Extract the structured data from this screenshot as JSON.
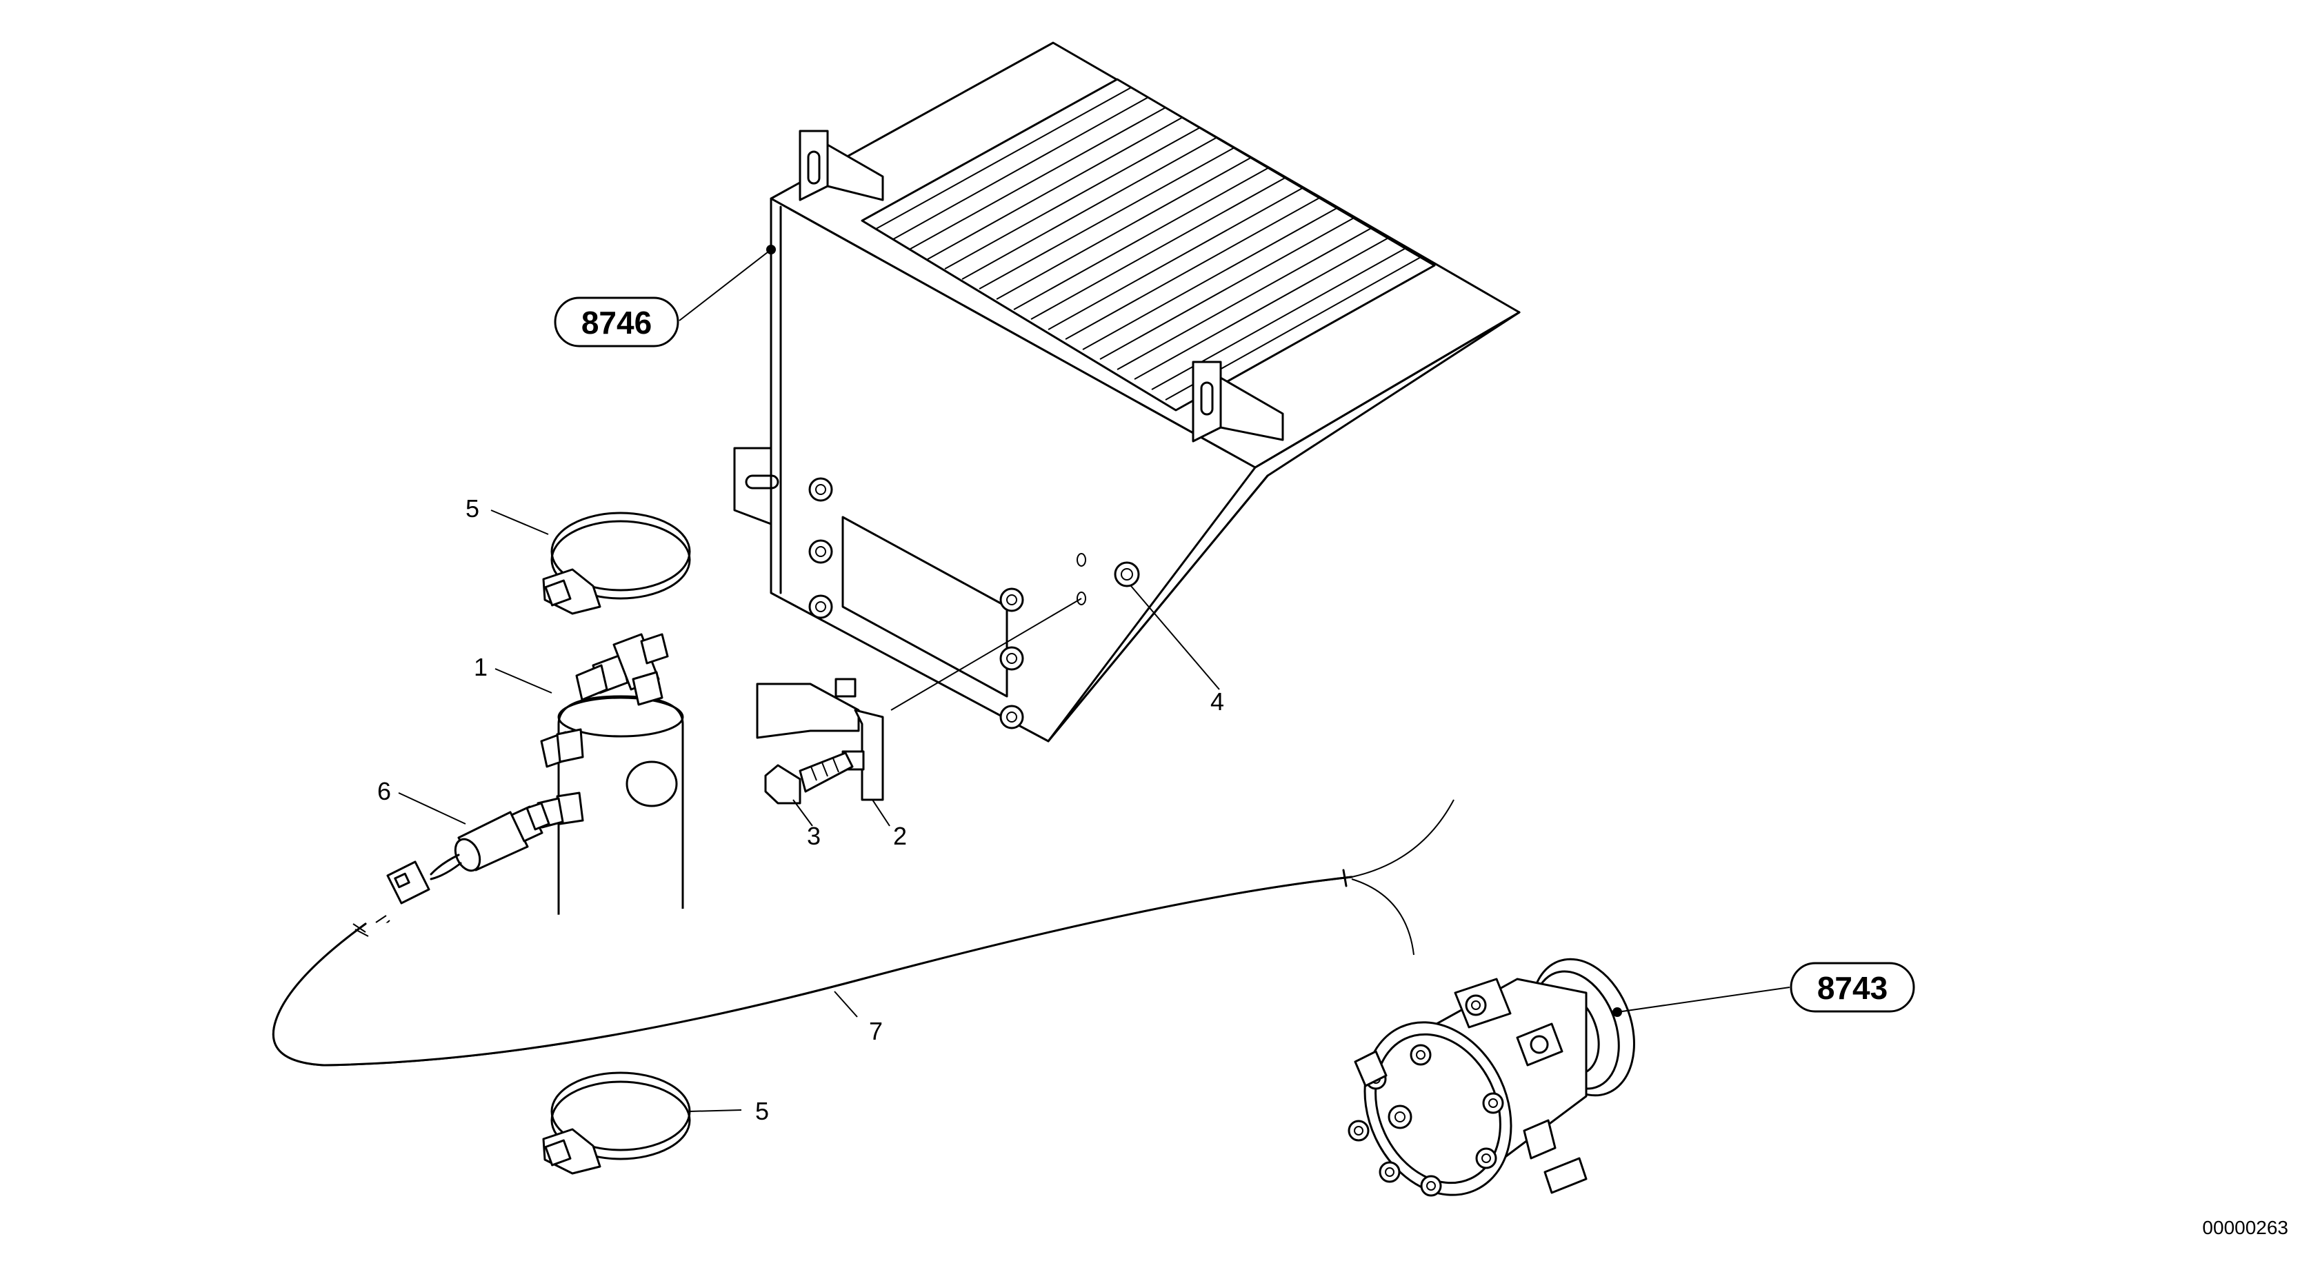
{
  "drawing_code": "00000263",
  "refs": {
    "evaporator": "8746",
    "compressor": "8743"
  },
  "callouts": {
    "receiver_drier": "1",
    "bracket": "2",
    "bolt": "3",
    "nut": "4",
    "hose_clamp_top": "5",
    "hose_clamp_bottom": "5",
    "pressure_switch": "6",
    "cable": "7"
  },
  "colors": {
    "line": "#000000",
    "background": "#ffffff"
  }
}
